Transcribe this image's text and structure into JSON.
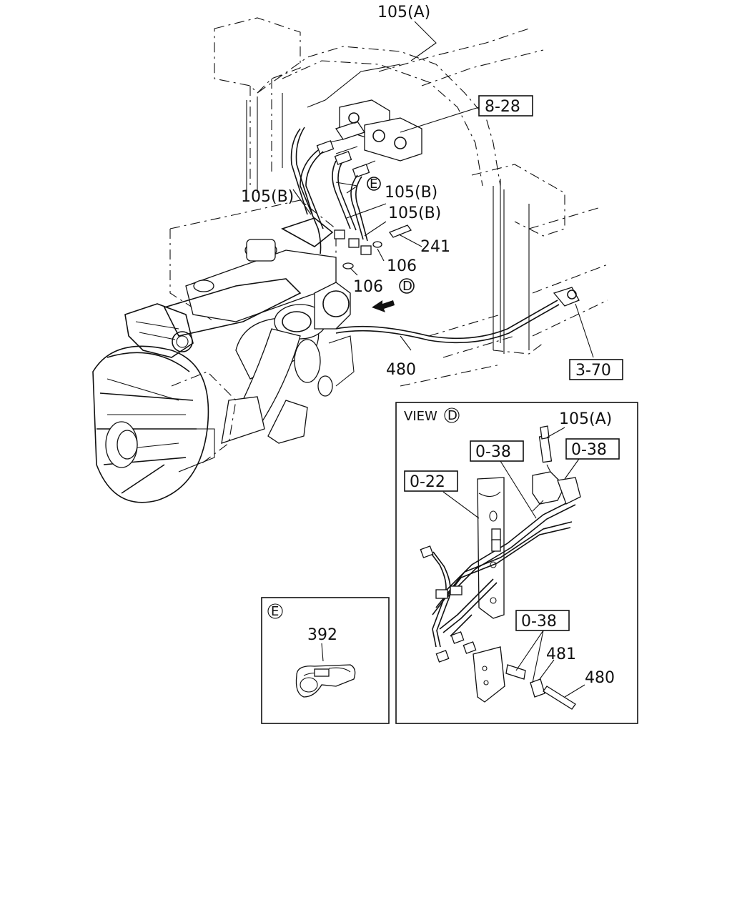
{
  "callouts": {
    "c105a_top": "105(A)",
    "c8_28": "8-28",
    "c105b_left": "105(B)",
    "c105b_mid": "105(B)",
    "c105b_low": "105(B)",
    "circle_e_main": "E",
    "c241": "241",
    "c106_right": "106",
    "c106_left": "106",
    "circle_d_main": "D",
    "c480_main": "480",
    "c3_70": "3-70"
  },
  "view_d": {
    "title": "VIEW",
    "circle": "D",
    "c105a": "105(A)",
    "c0_38_a": "0-38",
    "c0_38_b": "0-38",
    "c0_22": "0-22",
    "c0_38_c": "0-38",
    "c481": "481",
    "c480": "480"
  },
  "view_e": {
    "circle": "E",
    "c392": "392"
  }
}
